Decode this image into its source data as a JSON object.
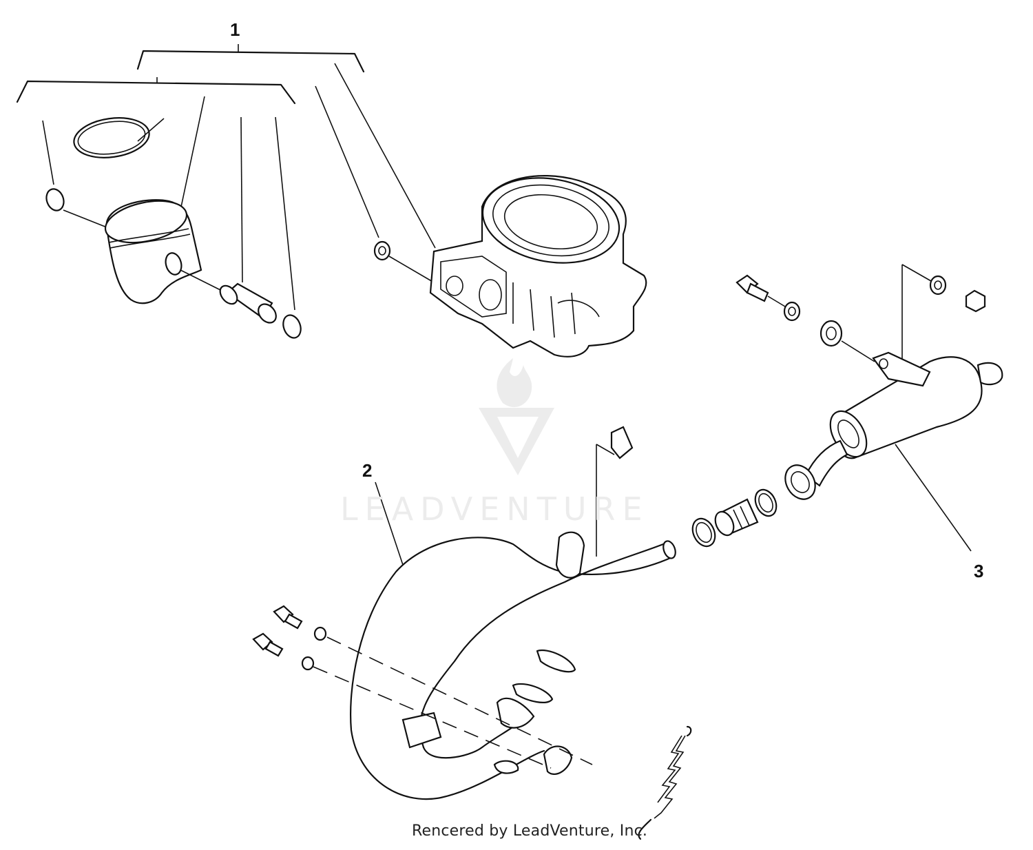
{
  "callouts": {
    "one": "1",
    "two": "2",
    "three": "3"
  },
  "watermark": "LEADVENTURE",
  "footer": "Rencered by LeadVenture, Inc."
}
